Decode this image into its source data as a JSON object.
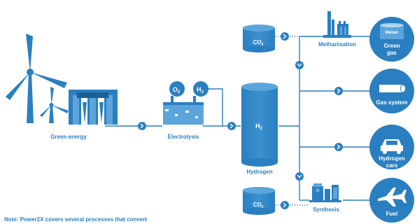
{
  "labels": {
    "green_energy": "Green energy",
    "electrolysis": "Electrolysis",
    "o2": "O",
    "o2_sub": "2",
    "h2": "H",
    "h2_sub": "2",
    "hydrogen_h": "H",
    "hydrogen_sub": "2",
    "hydrogen": "Hydrogen",
    "co2_top": "CO",
    "co2_top_sub": "2",
    "co2_bottom": "CO",
    "co2_bottom_sub": "2",
    "methanisation": "Methanisation",
    "synthesis": "Synthesis",
    "metan": "Metan",
    "green_gas_line1": "Green",
    "green_gas_line2": "gas",
    "gas_system": "Gas system",
    "hydrogen_cars_line1": "Hydrogen",
    "hydrogen_cars_line2": "cars",
    "fuel": "Fuel"
  },
  "note": "Note: Power2X covers several processes that convert",
  "colors": {
    "primary": "#2a7fc0",
    "light": "#5ba5dc",
    "dark": "#1c5f94",
    "white": "#ffffff"
  }
}
